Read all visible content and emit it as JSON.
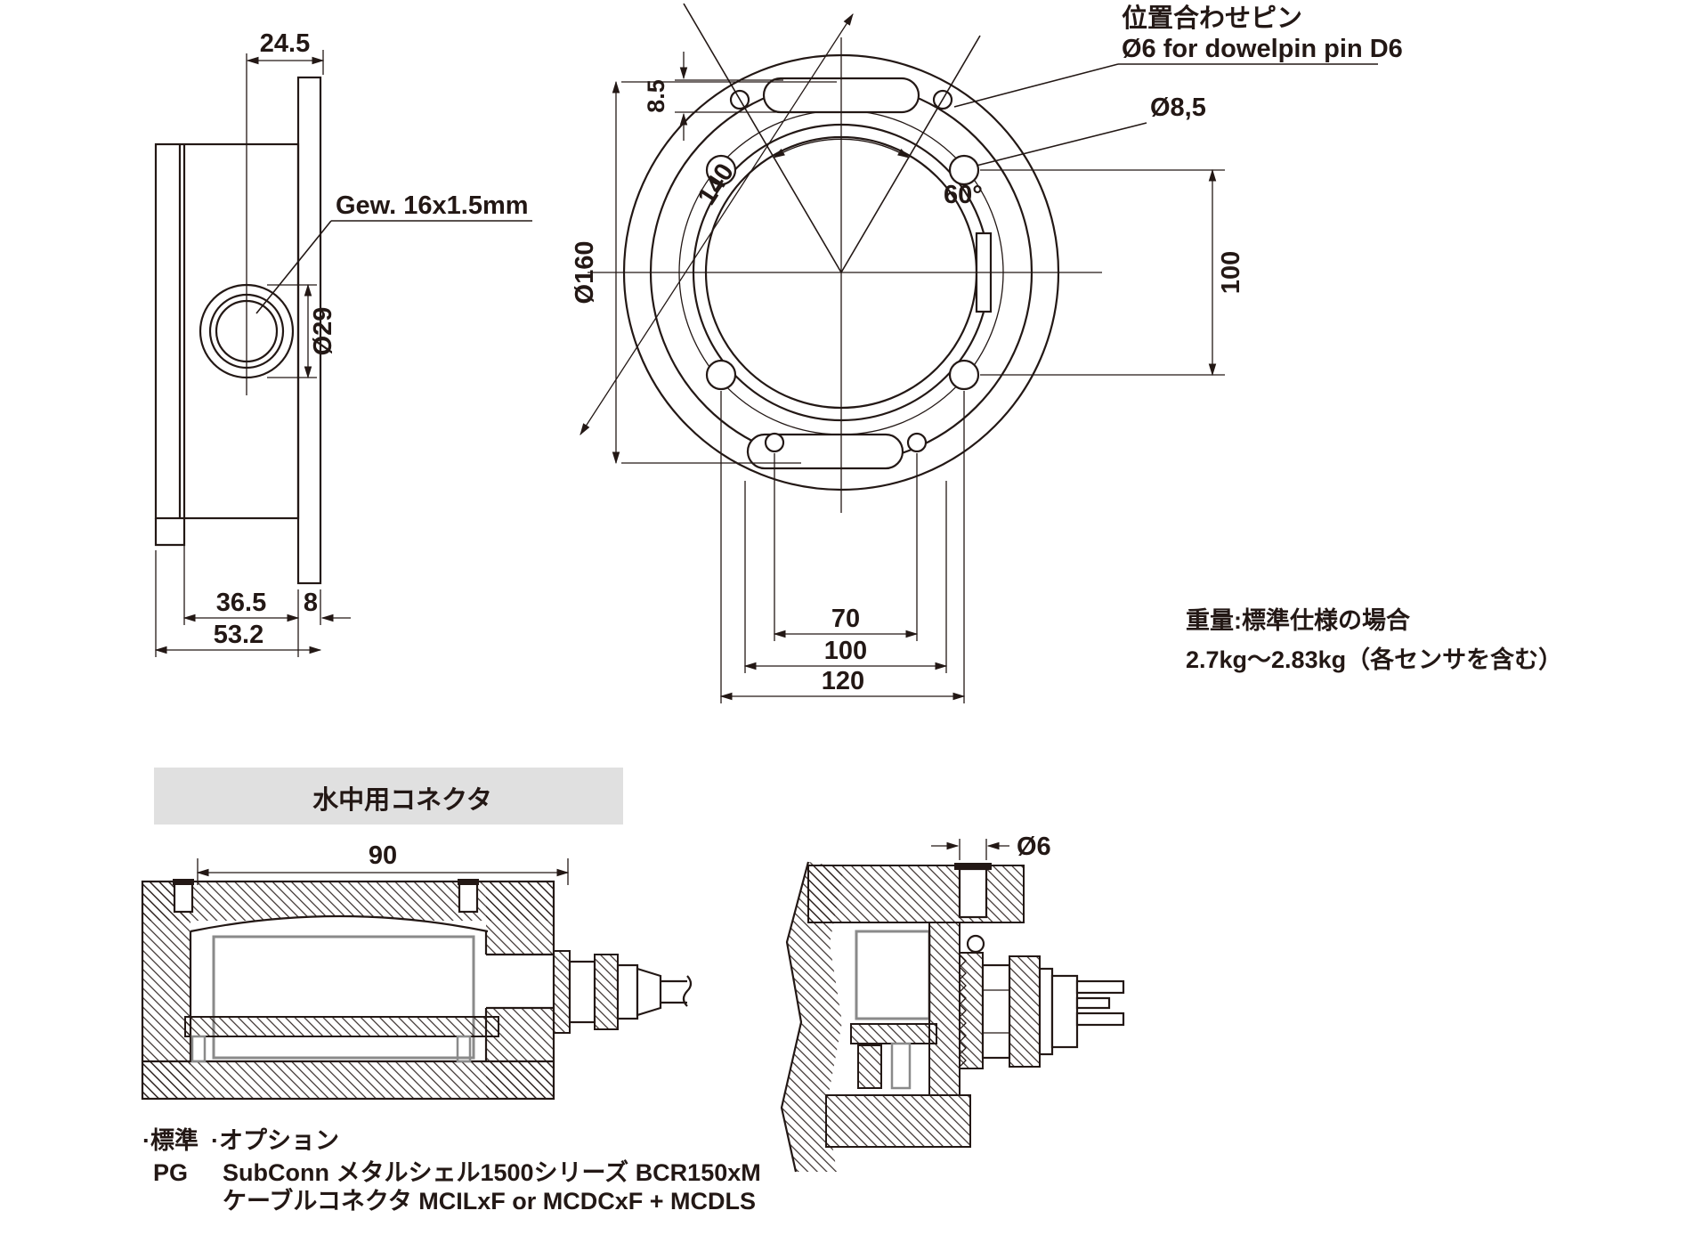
{
  "colors": {
    "line": "#231815",
    "gray": "#8a8a8a",
    "band": "#e0e0e0"
  },
  "side_view": {
    "dim_offset": "24.5",
    "thread_label": "Gew. 16x1.5mm",
    "dim_boss": "Ø29",
    "dim_body": "36.5",
    "dim_plate": "8",
    "dim_total": "53.2"
  },
  "front_view": {
    "pin_label_1": "位置合わせピン",
    "pin_label_2": "Ø6 for dowelpin pin D6",
    "dim_hole": "Ø8,5",
    "dim_slot_width": "8.5",
    "dim_corner": "140",
    "dim_outer": "Ø160",
    "dim_angle": "60°",
    "dim_height": "100",
    "dim_bottom_inner": "70",
    "dim_bottom_mid": "100",
    "dim_bottom_outer": "120"
  },
  "weight_note": {
    "line1": "重量:標準仕様の場合",
    "line2": "2.7kg〜2.83kg（各センサを含む）"
  },
  "connector_view": {
    "header": "水中用コネクタ",
    "dim_width": "90",
    "dim_pin": "Ø6"
  },
  "legend": {
    "standard_label": "·標準",
    "option_label": "·オプション",
    "standard_value": "PG",
    "option_line1": "SubConn メタルシェル1500シリーズ BCR150xM",
    "option_line2": "ケーブルコネクタ MCILxF or MCDCxF + MCDLS"
  }
}
